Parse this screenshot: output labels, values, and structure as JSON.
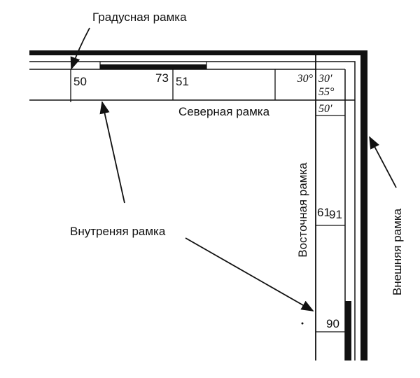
{
  "labels": {
    "degree_frame": "Градусная рамка",
    "north_frame": "Северная рамка",
    "inner_frame": "Внутреняя рамка",
    "east_frame": "Восточная рамка",
    "outer_frame": "Внешняя рамка"
  },
  "north_values": {
    "grid_50": "50",
    "grid_73": "73",
    "grid_51": "51",
    "minutes_30_deg": "30°",
    "minutes_30_min": "30′",
    "lat_55": "55°",
    "minutes_50": "50′"
  },
  "east_values": {
    "grid_61": "61",
    "grid_91": "91",
    "grid_90": "90"
  },
  "colors": {
    "ink": "#111111",
    "background": "#ffffff"
  }
}
